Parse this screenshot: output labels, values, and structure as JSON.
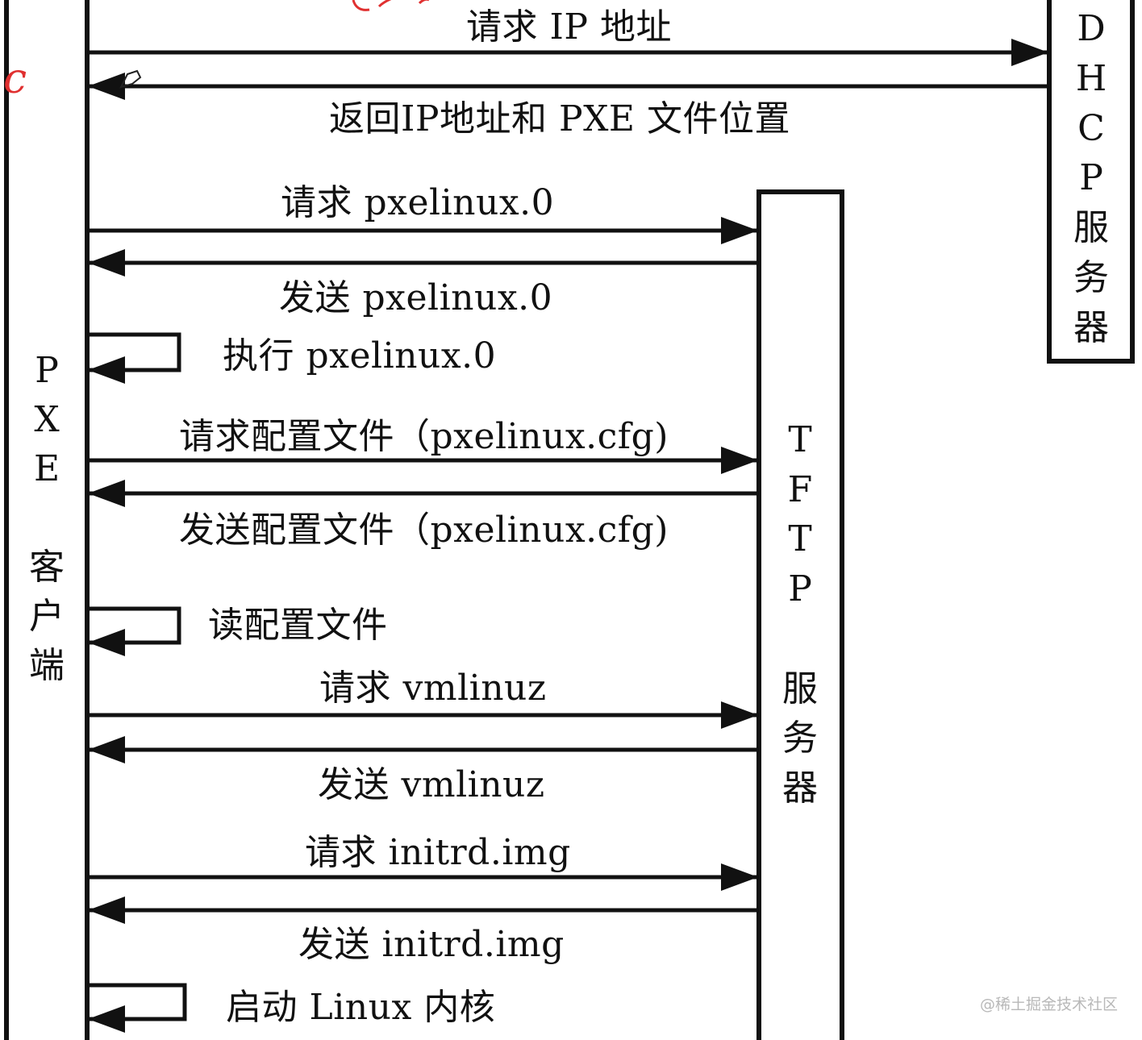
{
  "participants": {
    "pxe_client": {
      "chars": [
        "P",
        "X",
        "E",
        "",
        "客",
        "户",
        "端"
      ]
    },
    "tftp_server": {
      "chars": [
        "T",
        "F",
        "T",
        "P",
        "",
        "服",
        "务",
        "器"
      ]
    },
    "dhcp_server": {
      "chars": [
        "D",
        "H",
        "C",
        "P",
        "服",
        "务",
        "器"
      ]
    }
  },
  "messages": [
    {
      "id": "m1",
      "text": "请求 IP 地址"
    },
    {
      "id": "m2",
      "text": "返回IP地址和 PXE 文件位置"
    },
    {
      "id": "m3",
      "text": "请求 pxelinux.0"
    },
    {
      "id": "m4",
      "text": "发送 pxelinux.0"
    },
    {
      "id": "m5",
      "text": "执行 pxelinux.0"
    },
    {
      "id": "m6",
      "text": "请求配置文件（pxelinux.cfg)"
    },
    {
      "id": "m7",
      "text": "发送配置文件（pxelinux.cfg)"
    },
    {
      "id": "m8",
      "text": "读配置文件"
    },
    {
      "id": "m9",
      "text": "请求 vmlinuz"
    },
    {
      "id": "m10",
      "text": "发送 vmlinuz"
    },
    {
      "id": "m11",
      "text": "请求 initrd.img"
    },
    {
      "id": "m12",
      "text": "发送  initrd.img"
    },
    {
      "id": "m13",
      "text": "启动 Linux 内核"
    }
  ],
  "watermark": "@稀土掘金技术社区",
  "annotation": "c"
}
